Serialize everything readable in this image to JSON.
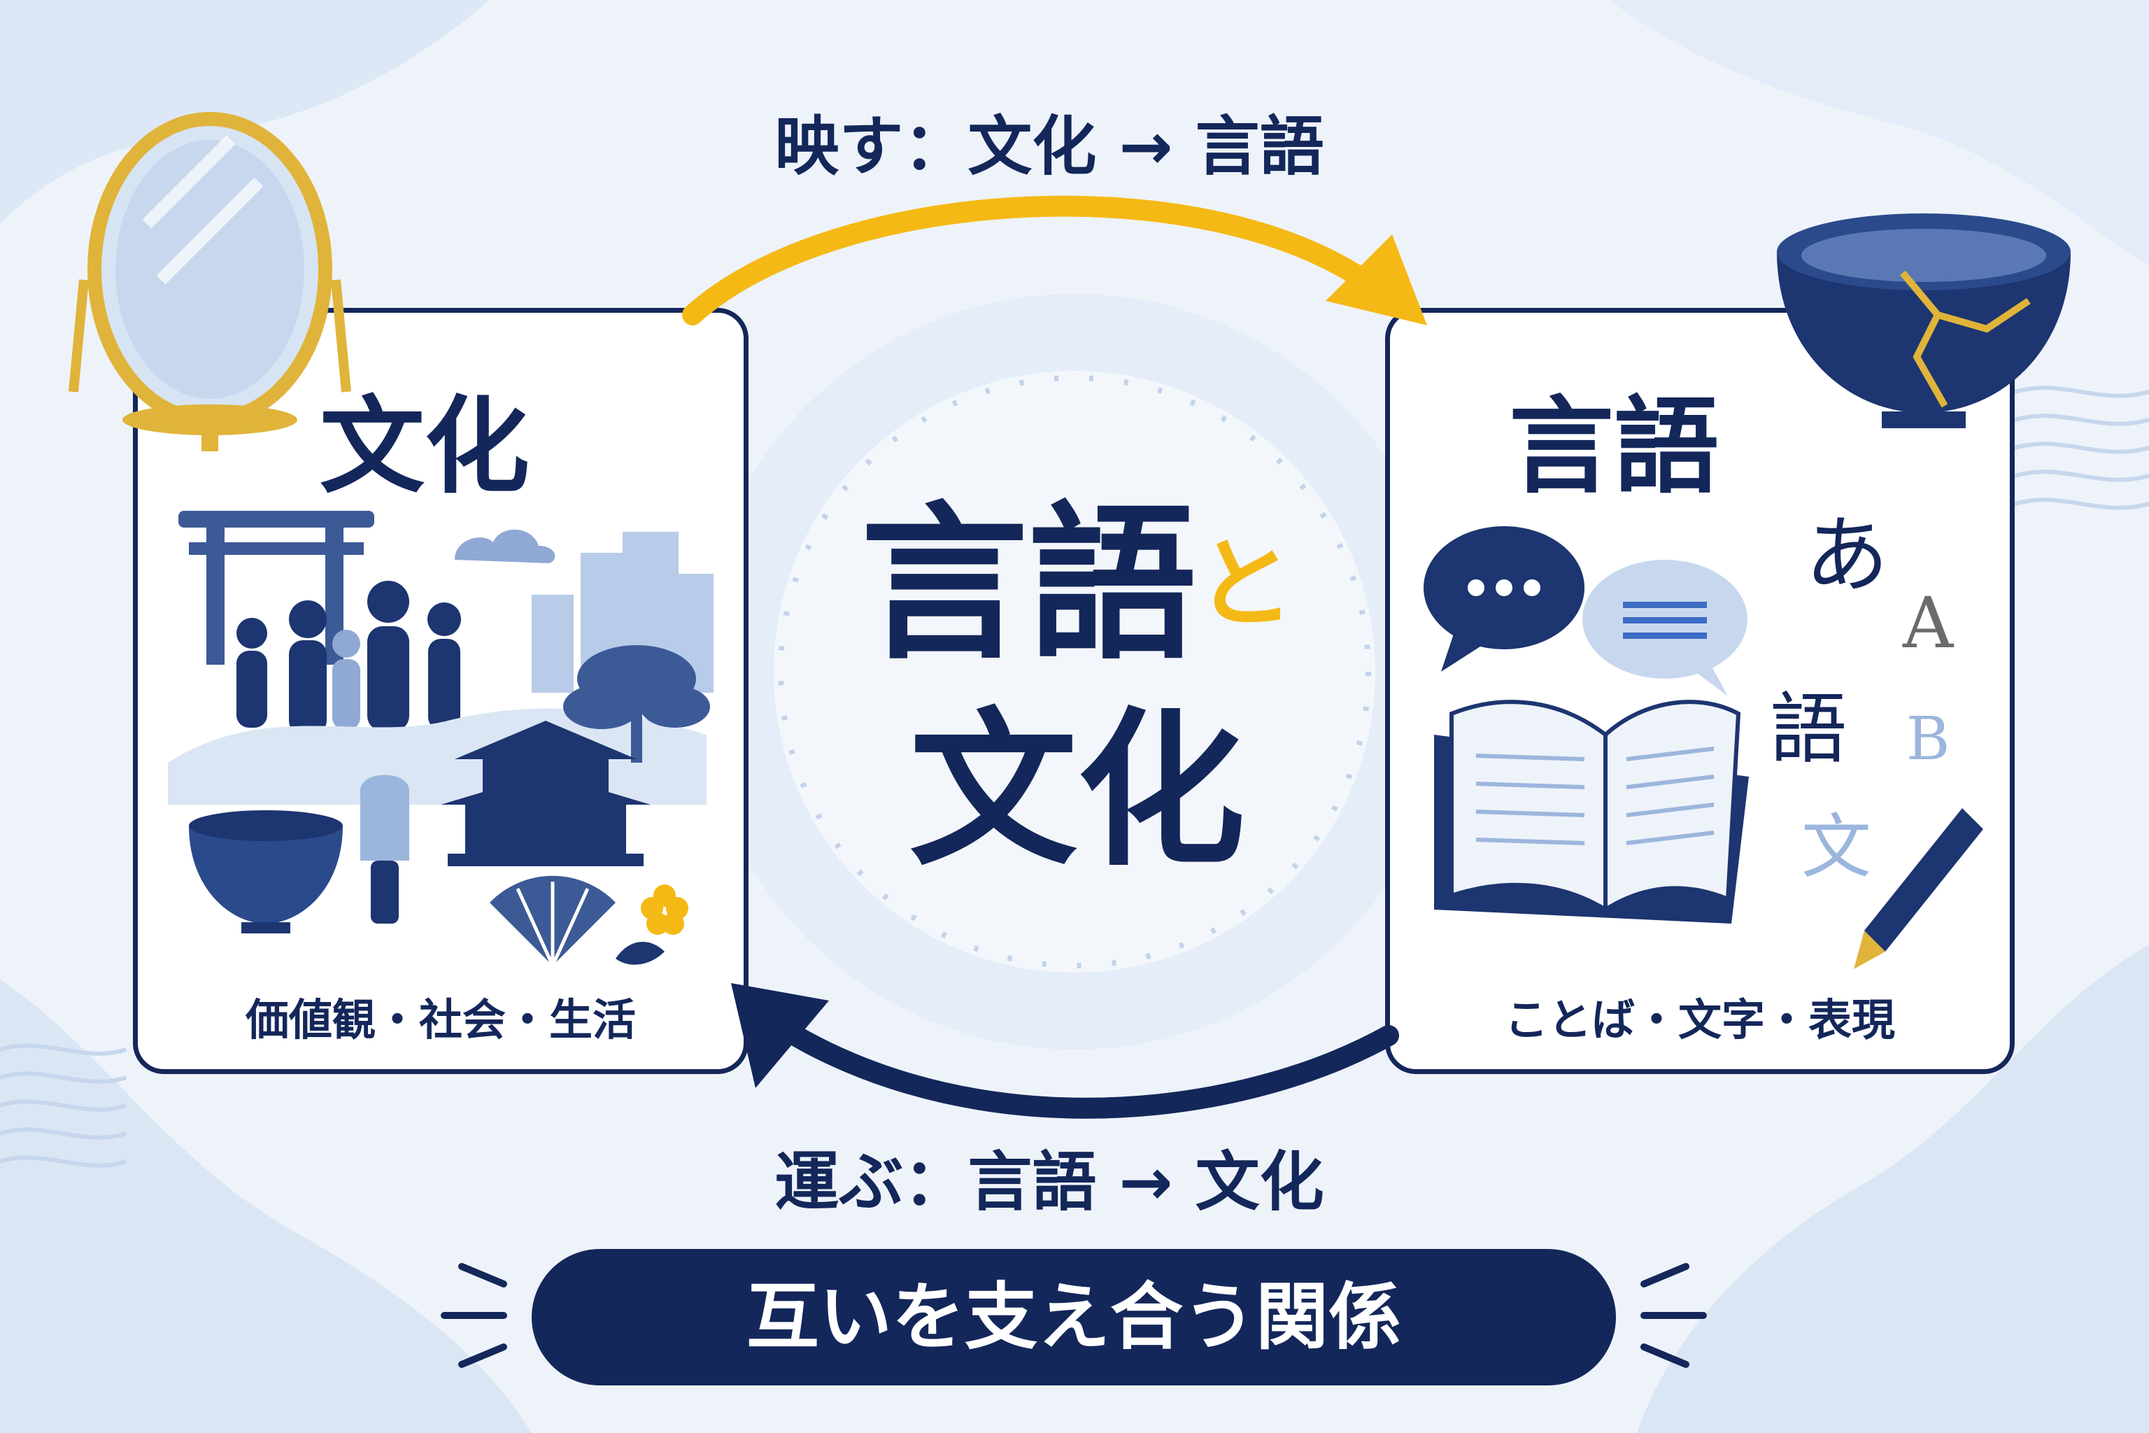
{
  "colors": {
    "navy": "#14275a",
    "gold": "#f5b916",
    "background": "#eef3fa",
    "card": "#ffffff",
    "light_blue": "#9bb6dd"
  },
  "top_arrow": {
    "label": "映す：文化 → 言語",
    "color": "gold"
  },
  "bottom_arrow": {
    "label": "運ぶ：言語 → 文化",
    "color": "navy"
  },
  "center": {
    "line1": "言語",
    "connector": "と",
    "line2": "文化"
  },
  "culture_card": {
    "title": "文化",
    "subtitle": "価値観・社会・生活",
    "icons": [
      "mirror-icon",
      "torii-gate-icon",
      "people-icon",
      "city-buildings-icon",
      "pagoda-icon",
      "bonsai-tree-icon",
      "tea-bowl-icon",
      "tea-whisk-icon",
      "folding-fan-icon",
      "plum-flower-icon",
      "cloud-icon"
    ]
  },
  "language_card": {
    "title": "言語",
    "subtitle": "ことば・文字・表現",
    "glyphs": [
      "あ",
      "A",
      "語",
      "B",
      "文"
    ],
    "icons": [
      "kintsugi-bowl-icon",
      "speech-bubble-icon",
      "text-bubble-icon",
      "open-book-icon",
      "fountain-pen-icon"
    ]
  },
  "footer": {
    "label": "互いを支え合う関係"
  }
}
